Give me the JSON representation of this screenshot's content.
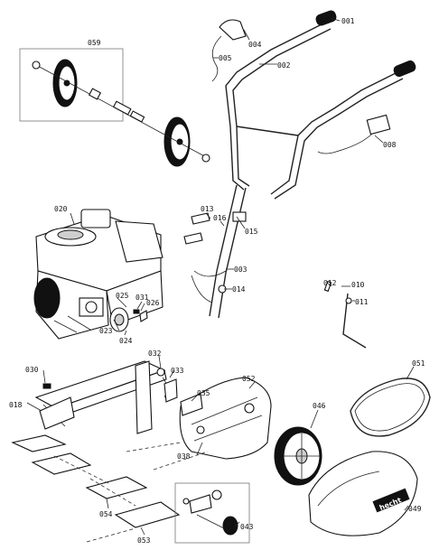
{
  "part_labels": {
    "p001": "001",
    "p002": "002",
    "p003": "003",
    "p004": "004",
    "p005": "005",
    "p008": "008",
    "p010": "010",
    "p011": "011",
    "p012": "012",
    "p013": "013",
    "p014": "014",
    "p015": "015",
    "p016": "016",
    "p018": "018",
    "p020": "020",
    "p023": "023",
    "p024": "024",
    "p025": "025",
    "p026": "026",
    "p030": "030",
    "p031": "031",
    "p032": "032",
    "p033": "033",
    "p035": "035",
    "p038": "038",
    "p043": "043",
    "p046": "046",
    "p049": "049",
    "p051": "051",
    "p052": "052",
    "p053": "053",
    "p054": "054",
    "p059": "059"
  },
  "brand_text": "hecht"
}
